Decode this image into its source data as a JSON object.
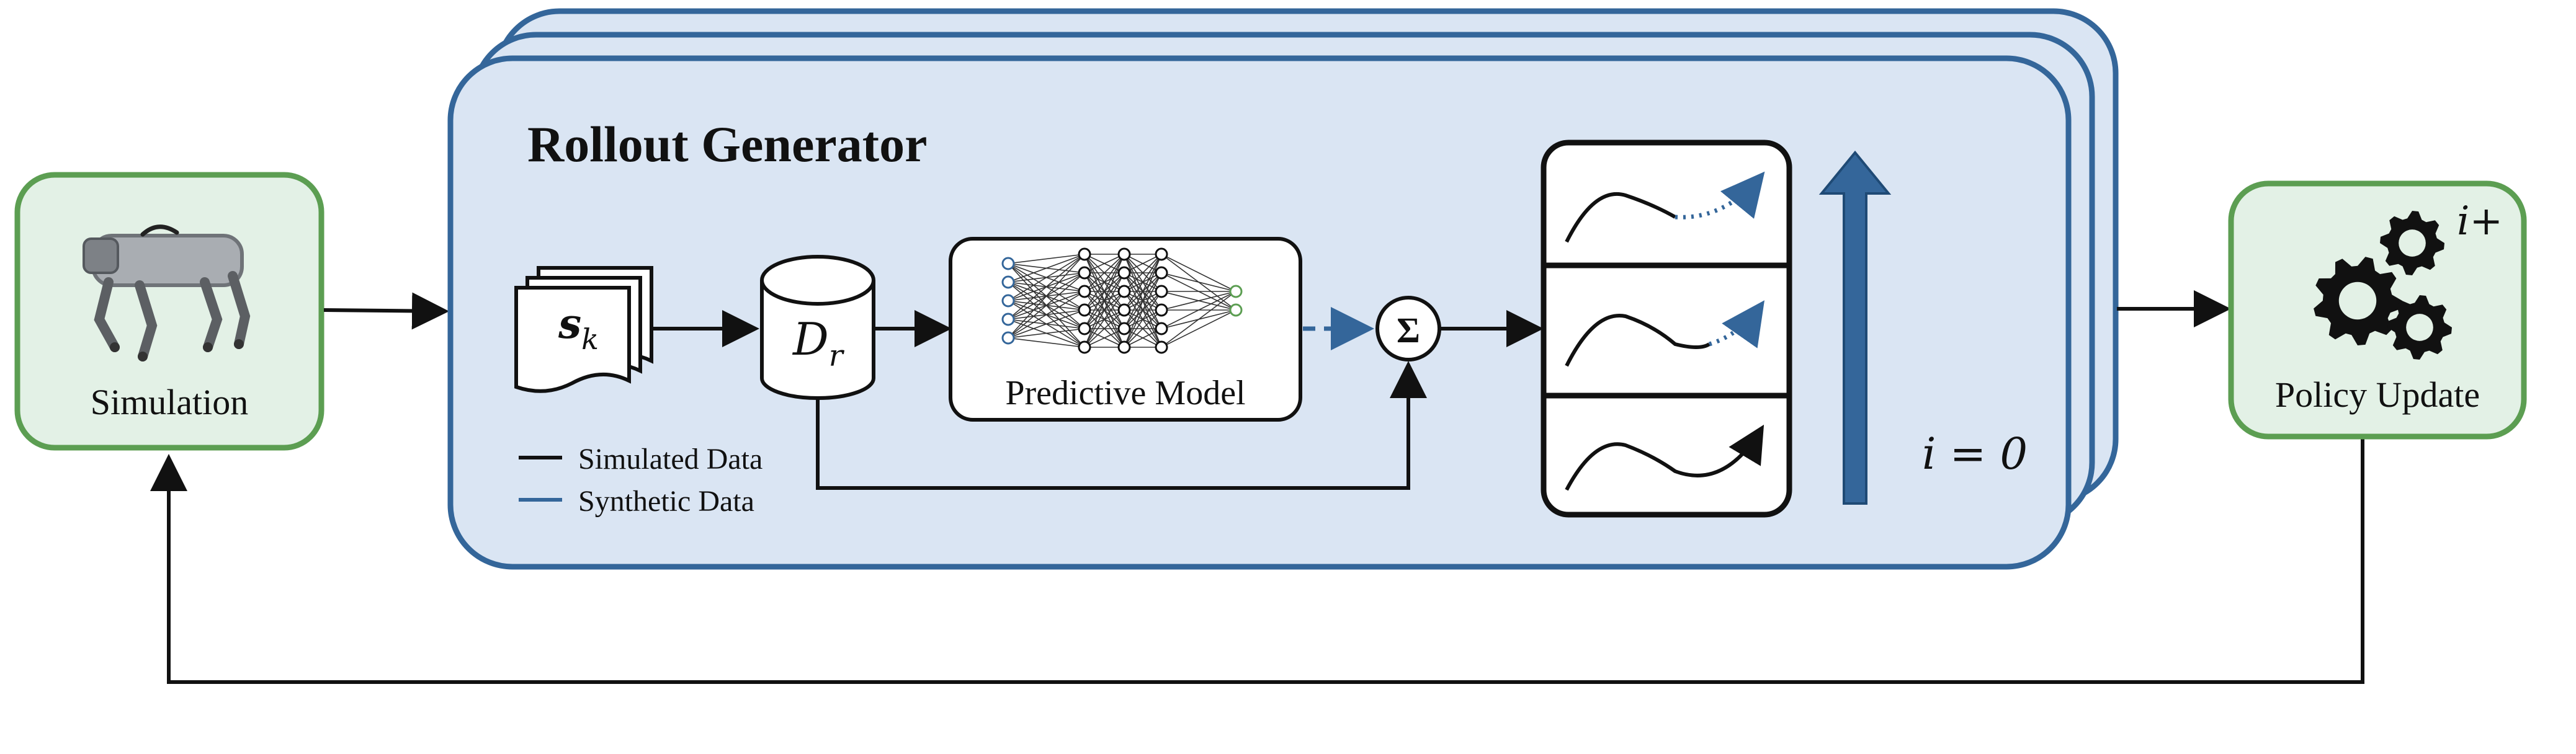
{
  "diagram": {
    "simulation": {
      "label": "Simulation",
      "robot_icon": "quadruped-robot-icon"
    },
    "rollout_generator": {
      "title": "Rollout Generator",
      "state_symbol": "s",
      "state_subscript": "k",
      "dataset_symbol": "D",
      "dataset_subscript": "r",
      "model_label": "Predictive Model",
      "sum_symbol": "Σ",
      "iteration_label": "i = 0",
      "legend": [
        {
          "label": "Simulated Data",
          "color": "#111111"
        },
        {
          "label": "Synthetic Data",
          "color": "#34669a"
        }
      ]
    },
    "policy_update": {
      "label": "Policy Update",
      "iteration_label": "i+",
      "icon": "gears-icon"
    },
    "colors": {
      "green_fill": "#e3f1e6",
      "green_stroke": "#5c9e52",
      "blue_fill": "#dae5f3",
      "blue_stroke": "#34669a",
      "arrow": "#111111"
    }
  }
}
